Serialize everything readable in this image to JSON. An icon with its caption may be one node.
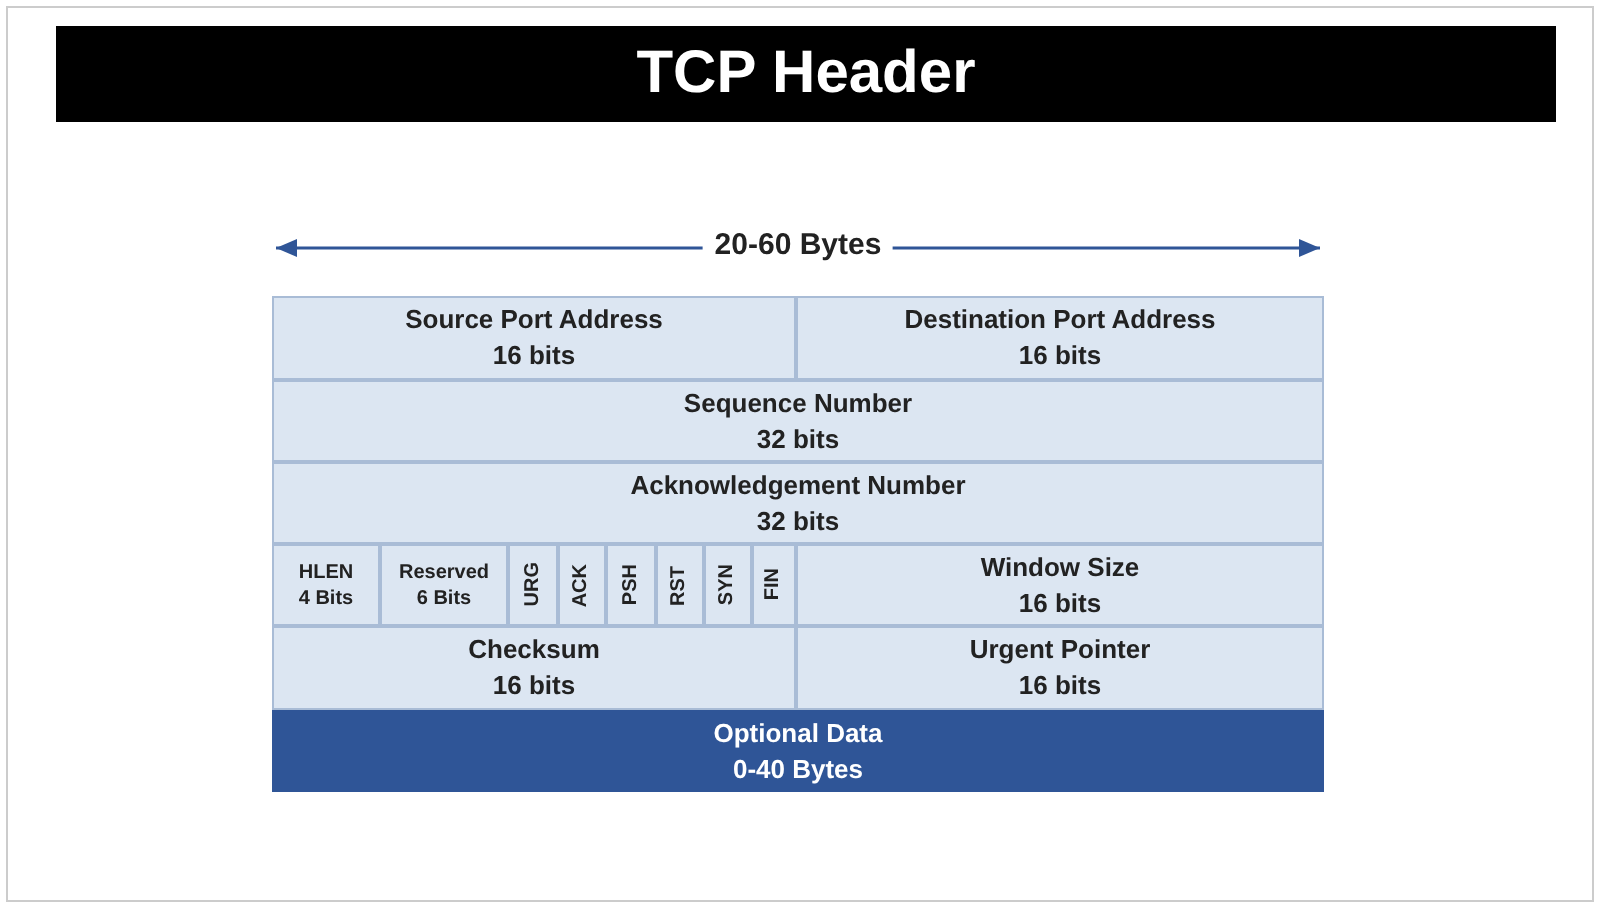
{
  "diagram": {
    "title": "TCP Header",
    "nodes": [
      {
        "text": [
          "Source Port Address",
          "16 bits"
        ]
      },
      {
        "text": [
          "Destination Port Address",
          "16 bits"
        ]
      },
      {
        "text": [
          "Sequence Number",
          "32 bits"
        ]
      },
      {
        "text": [
          "Acknowledgement Number",
          "32 bits"
        ]
      },
      {
        "text": [
          "HLEN",
          "4 Bits"
        ]
      },
      {
        "text": [
          "Reserved",
          "6 Bits"
        ]
      },
      {
        "text": [
          "URG"
        ]
      },
      {
        "text": [
          "ACK"
        ]
      },
      {
        "text": [
          "PSH"
        ]
      },
      {
        "text": [
          "RST"
        ]
      },
      {
        "text": [
          "SYN"
        ]
      },
      {
        "text": [
          "FIN"
        ]
      },
      {
        "text": [
          "Window Size",
          "16 bits"
        ]
      },
      {
        "text": [
          "Checksum",
          "16 bits"
        ]
      },
      {
        "text": [
          "Urgent Pointer",
          "16 bits"
        ]
      },
      {
        "text": [
          "Optional Data",
          "0-40 Bytes"
        ]
      }
    ],
    "labels": [
      "20-60 Bytes"
    ]
  }
}
